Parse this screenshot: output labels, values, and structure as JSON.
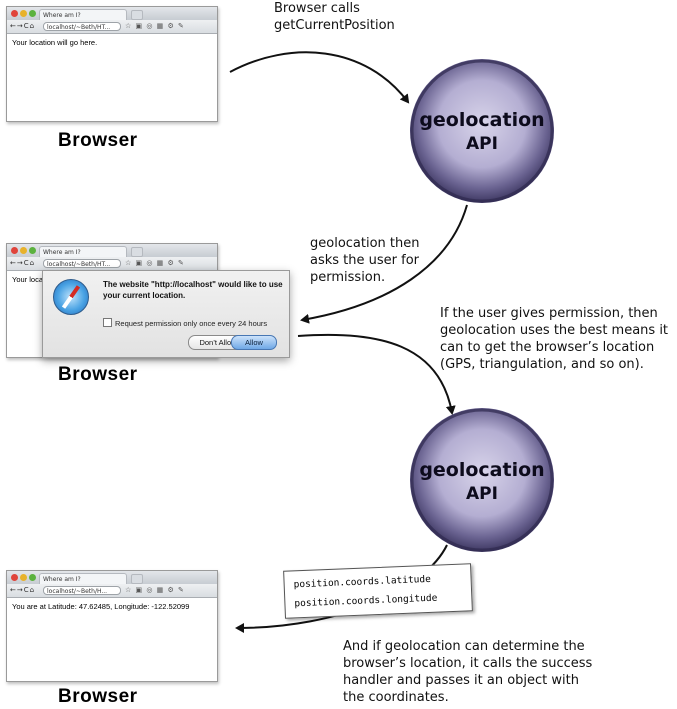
{
  "browsers": [
    {
      "tab_title": "Where am I?",
      "url": "localhost/~Beth/HT...",
      "content": "Your location will go here."
    },
    {
      "tab_title": "Where am I?",
      "url": "localhost/~Beth/HT...",
      "content": "Your loca"
    },
    {
      "tab_title": "Where am I?",
      "url": "localhost/~Beth/H...",
      "content": "You are at Latitude: 47.62485, Longitude: -122.52099"
    }
  ],
  "browser_label": "Browser",
  "orb": {
    "line1": "geolocation",
    "line2": "API"
  },
  "notes": {
    "step1": [
      "Browser calls",
      "getCurrentPosition"
    ],
    "step2": [
      "geolocation then",
      "asks the user for",
      "permission."
    ],
    "step3": [
      "If the user gives permission, then",
      "geolocation uses the best means it",
      "can to get the browser’s location",
      "(GPS, triangulation, and so on)."
    ],
    "step4": [
      "And if geolocation can determine the",
      "browser’s location, it calls the success",
      "handler and passes it an object with",
      "the coordinates."
    ]
  },
  "dialog": {
    "message": "The website \"http://localhost\" would like to use your current location.",
    "checkbox_label": "Request permission only once every 24 hours",
    "deny_label": "Don’t Allow",
    "allow_label": "Allow"
  },
  "code": {
    "line1": "position.coords.latitude",
    "line2": "position.coords.longitude"
  },
  "colors": {
    "orb_outer": "#4a4470",
    "orb_inner": "#c9c5df"
  }
}
